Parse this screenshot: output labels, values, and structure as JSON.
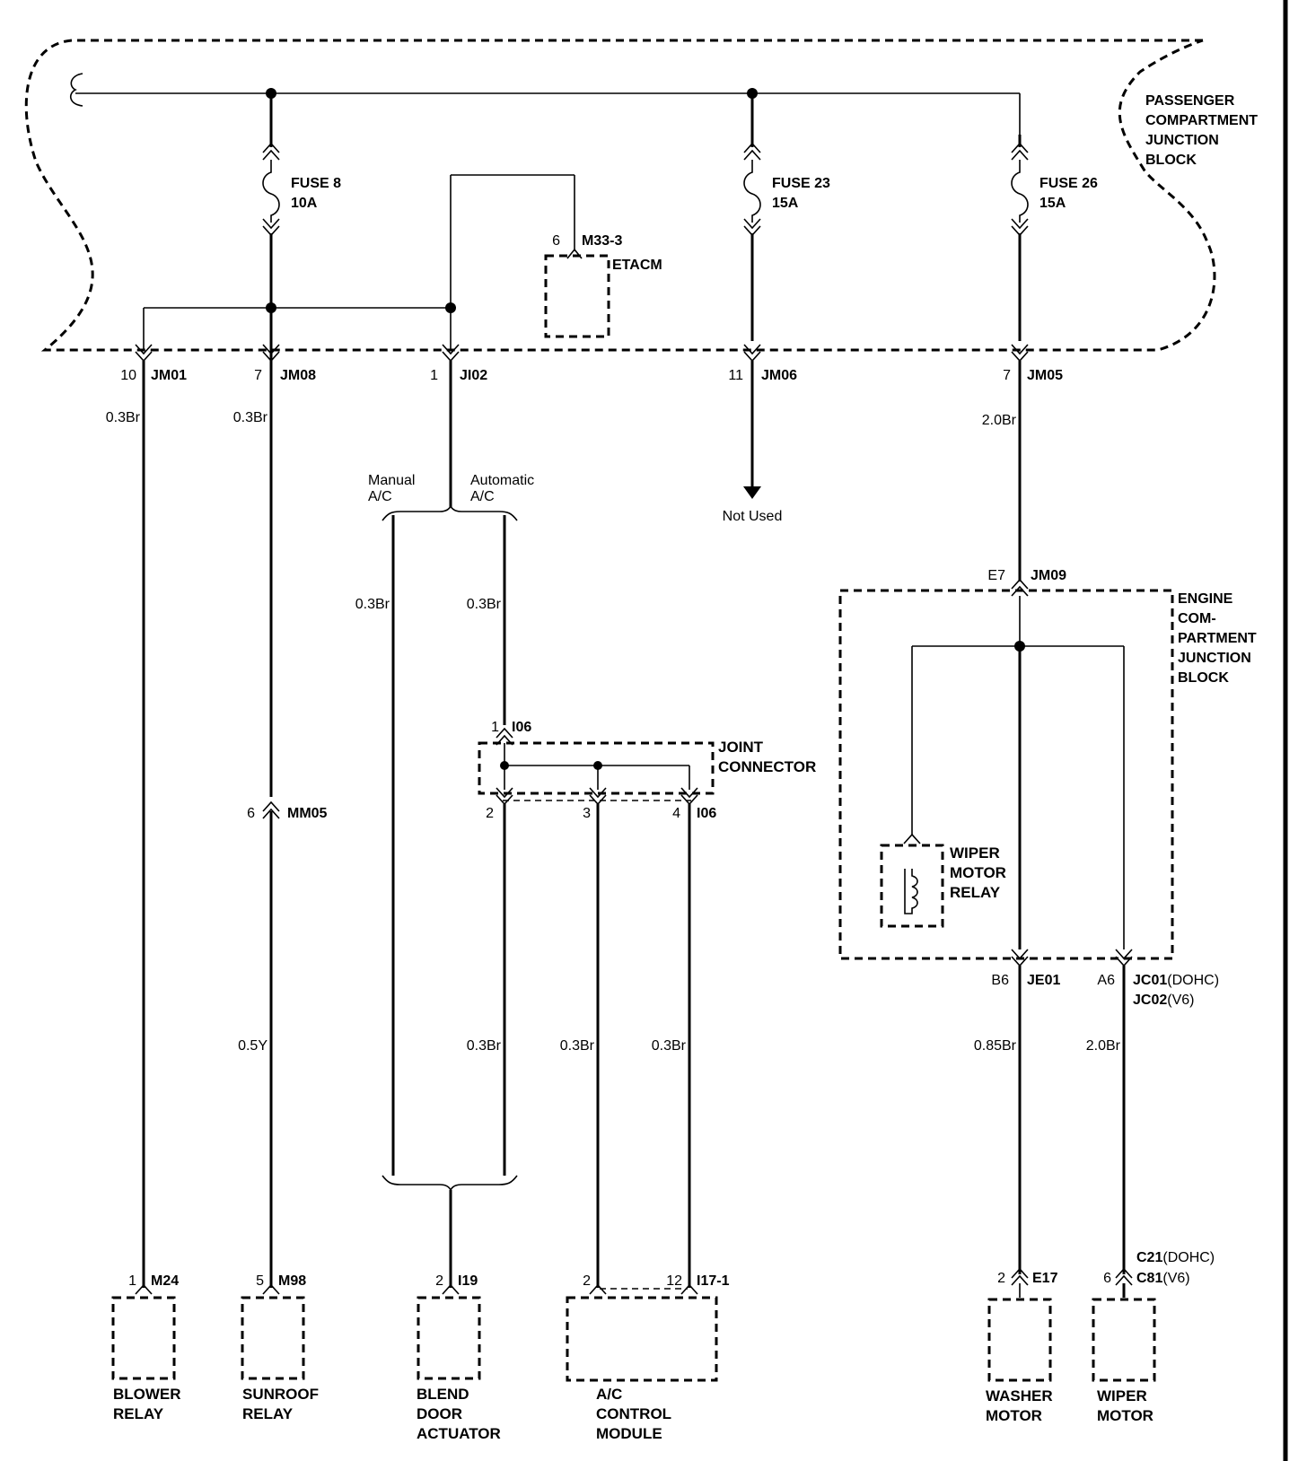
{
  "junction_blocks": {
    "passenger": [
      "PASSENGER",
      "COMPARTMENT",
      "JUNCTION",
      "BLOCK"
    ],
    "engine": [
      "ENGINE",
      "COM-",
      "PARTMENT",
      "JUNCTION",
      "BLOCK"
    ]
  },
  "fuses": {
    "fuse8": {
      "name": "FUSE 8",
      "rating": "10A"
    },
    "fuse23": {
      "name": "FUSE 23",
      "rating": "15A"
    },
    "fuse26": {
      "name": "FUSE 26",
      "rating": "15A"
    }
  },
  "etacm": {
    "pin": "6",
    "connector": "M33-3",
    "label": "ETACM"
  },
  "connectors": {
    "jm01": {
      "pin": "10",
      "id": "JM01"
    },
    "jm08": {
      "pin": "7",
      "id": "JM08"
    },
    "ji02": {
      "pin": "1",
      "id": "JI02"
    },
    "jm06": {
      "pin": "11",
      "id": "JM06"
    },
    "jm05": {
      "pin": "7",
      "id": "JM05"
    },
    "mm05": {
      "pin": "6",
      "id": "MM05"
    },
    "i06_top": {
      "pin": "1",
      "id": "I06"
    },
    "i06_pins": [
      "2",
      "3",
      "4"
    ],
    "i06_bottom": "I06",
    "jm09": {
      "pin": "E7",
      "id": "JM09"
    },
    "je01": {
      "pin": "B6",
      "id": "JE01"
    },
    "jc01": {
      "pin": "A6",
      "id": "JC01",
      "sub": "(DOHC)",
      "id2": "JC02",
      "sub2": "(V6)"
    },
    "m24": {
      "pin": "1",
      "id": "M24"
    },
    "m98": {
      "pin": "5",
      "id": "M98"
    },
    "i19": {
      "pin": "2",
      "id": "I19"
    },
    "i17": {
      "pin_a": "2",
      "pin_b": "12",
      "id": "I17-1"
    },
    "e17": {
      "pin": "2",
      "id": "E17"
    },
    "c21": {
      "pin": "6",
      "id": "C21",
      "sub": "(DOHC)",
      "id2": "C81",
      "sub2": "(V6)"
    }
  },
  "wires": {
    "blower": "0.3Br",
    "sunroof_top": "0.3Br",
    "sunroof_bottom": "0.5Y",
    "manual": "0.3Br",
    "automatic": "0.3Br",
    "blend": "0.3Br",
    "acm3": "0.3Br",
    "acm4": "0.3Br",
    "jm05": "2.0Br",
    "washer": "0.85Br",
    "wiper": "2.0Br"
  },
  "variants": {
    "manual": [
      "Manual",
      "A/C"
    ],
    "automatic": [
      "Automatic",
      "A/C"
    ]
  },
  "not_used": "Not Used",
  "joint_connector": [
    "JOINT",
    "CONNECTOR"
  ],
  "wiper_relay": [
    "WIPER",
    "MOTOR",
    "RELAY"
  ],
  "components": {
    "blower": [
      "BLOWER",
      "RELAY"
    ],
    "sunroof": [
      "SUNROOF",
      "RELAY"
    ],
    "blend": [
      "BLEND",
      "DOOR",
      "ACTUATOR"
    ],
    "acm": [
      "A/C",
      "CONTROL",
      "MODULE"
    ],
    "washer": [
      "WASHER",
      "MOTOR"
    ],
    "wiper": [
      "WIPER",
      "MOTOR"
    ]
  }
}
